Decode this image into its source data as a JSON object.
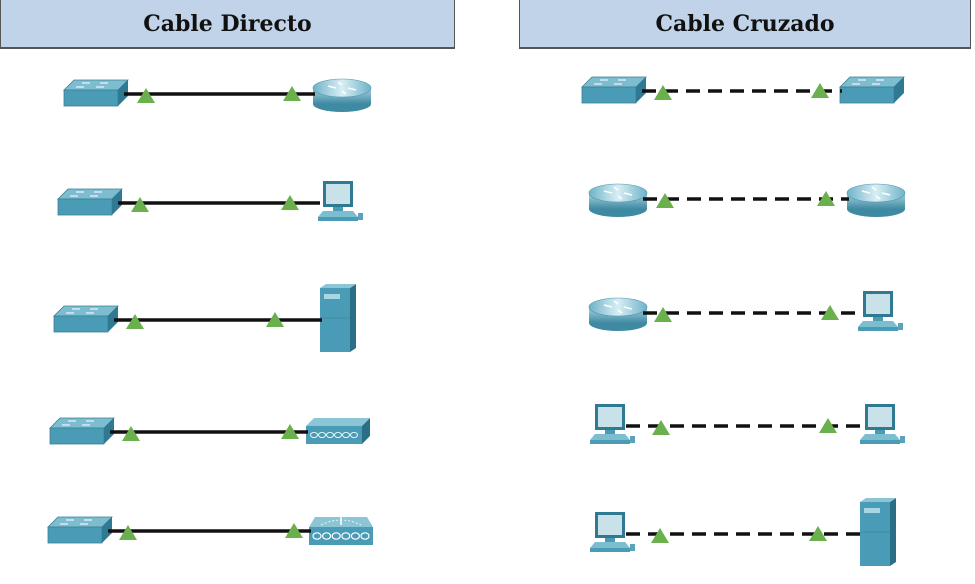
{
  "headers": {
    "left": "Cable Directo",
    "right": "Cable Cruzado"
  },
  "colors": {
    "header_bg": "#c0d3e8",
    "device": "#4a9bb5",
    "link_endpoint": "#6ab04c",
    "cable": "#111111"
  },
  "straight_through": {
    "cable_style": "solid",
    "connections": [
      {
        "from": "switch",
        "to": "router"
      },
      {
        "from": "switch",
        "to": "pc"
      },
      {
        "from": "switch",
        "to": "server"
      },
      {
        "from": "switch",
        "to": "hub"
      },
      {
        "from": "switch",
        "to": "access-point"
      }
    ]
  },
  "crossover": {
    "cable_style": "dashed",
    "connections": [
      {
        "from": "switch",
        "to": "switch"
      },
      {
        "from": "router",
        "to": "router"
      },
      {
        "from": "router",
        "to": "pc"
      },
      {
        "from": "pc",
        "to": "pc"
      },
      {
        "from": "pc",
        "to": "server"
      }
    ]
  }
}
